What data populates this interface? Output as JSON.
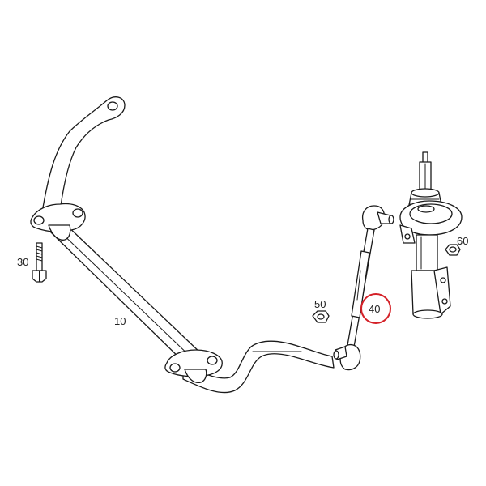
{
  "diagram": {
    "callouts": [
      {
        "id": "10",
        "text": "10"
      },
      {
        "id": "30",
        "text": "30"
      },
      {
        "id": "40",
        "text": "40",
        "highlighted": true
      },
      {
        "id": "50",
        "text": "50"
      },
      {
        "id": "60",
        "text": "60"
      }
    ],
    "highlight_color": "#d42027"
  }
}
